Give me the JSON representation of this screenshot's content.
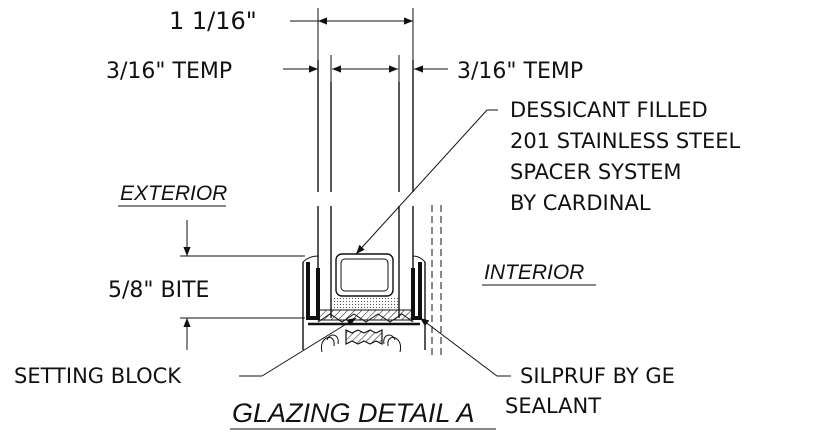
{
  "labels": {
    "overall_width": "1 1/16\"",
    "temp_left": "3/16\" TEMP",
    "temp_right": "3/16\" TEMP",
    "spacer_note": [
      "DESSICANT FILLED",
      "201 STAINLESS STEEL",
      "SPACER SYSTEM",
      "BY CARDINAL"
    ],
    "exterior": "EXTERIOR",
    "interior": "INTERIOR",
    "bite": "5/8\" BITE",
    "setting_block": "SETTING BLOCK",
    "sealant_note": [
      "SILPRUF BY GE",
      "SEALANT"
    ],
    "title": "GLAZING DETAIL A"
  },
  "colors": {
    "ink": "#111111",
    "background": "#ffffff"
  }
}
